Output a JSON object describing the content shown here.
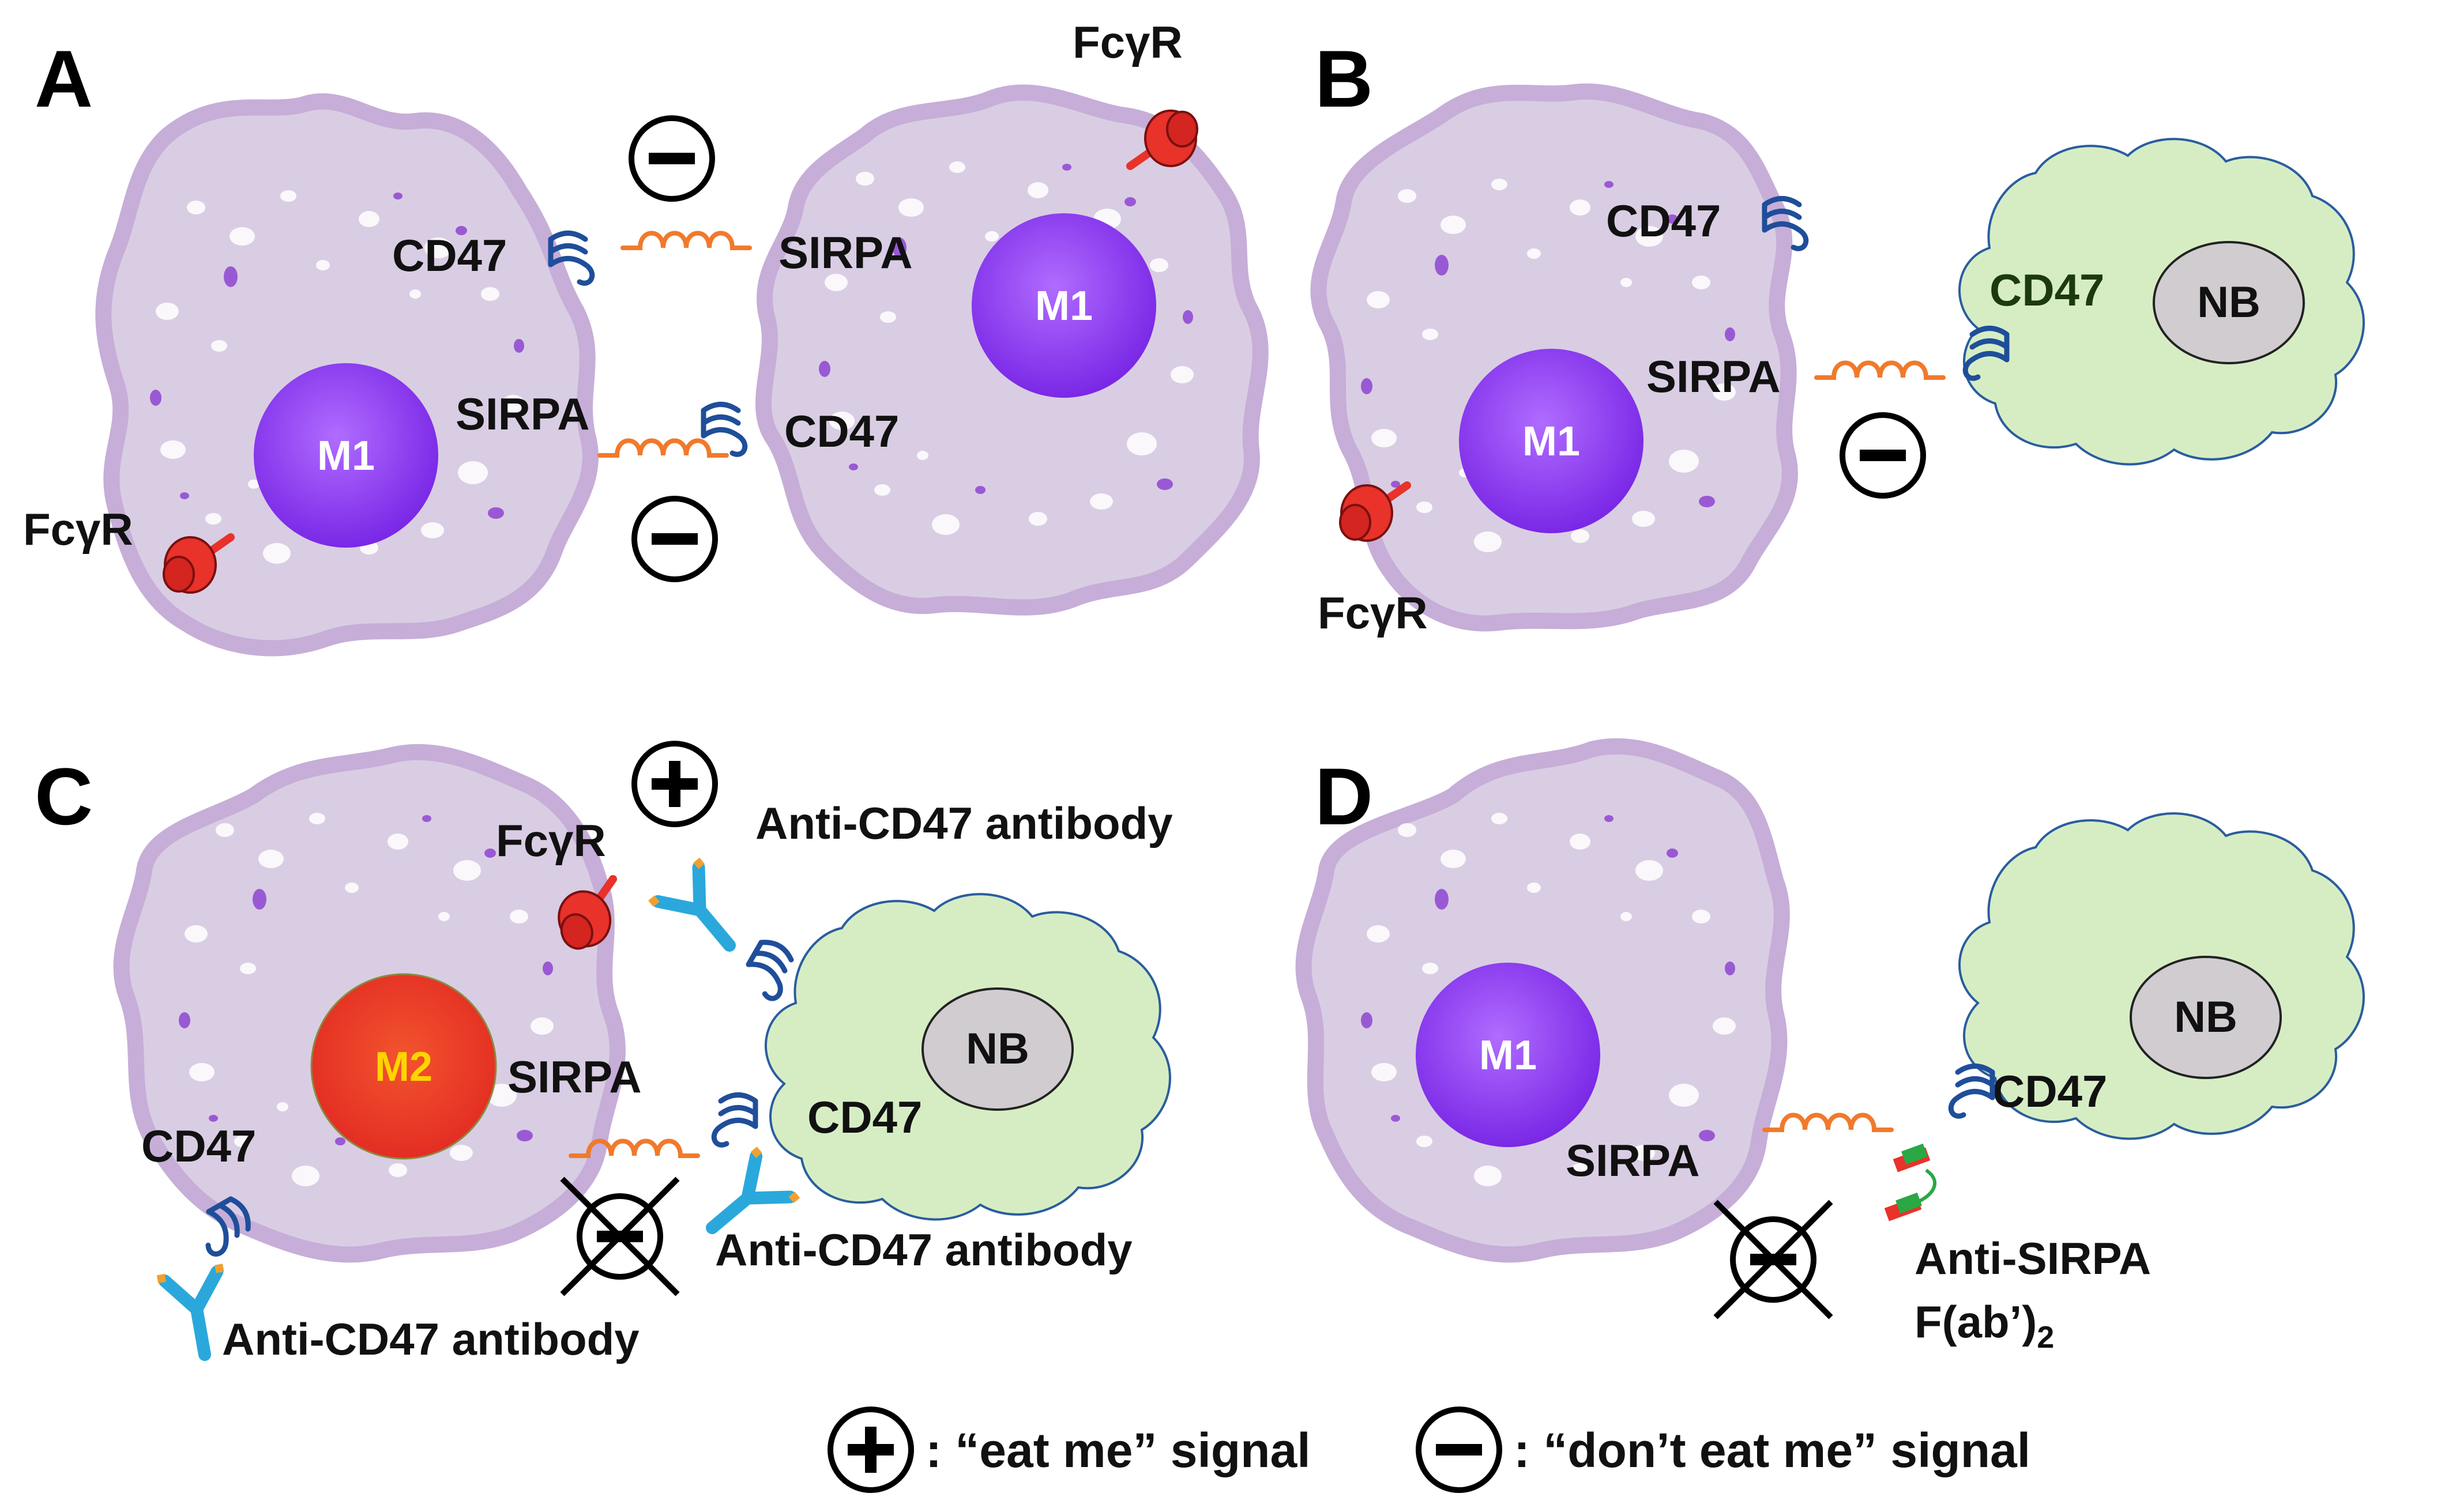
{
  "panels": {
    "a": {
      "letter": "A",
      "left_cell": {
        "nucleus": "M1",
        "cd47": "CD47",
        "sirpa": "SIRPA",
        "fcgr": "FcγR"
      },
      "right_cell": {
        "nucleus": "M1",
        "cd47": "CD47",
        "sirpa": "SIRPA",
        "fcgr": "FcγR"
      }
    },
    "b": {
      "letter": "B",
      "macrophage": {
        "nucleus": "M1",
        "cd47": "CD47",
        "sirpa": "SIRPA",
        "fcgr": "FcγR"
      },
      "tumor": {
        "nucleus": "NB",
        "cd47": "CD47"
      }
    },
    "c": {
      "letter": "C",
      "macrophage": {
        "nucleus": "M2",
        "cd47": "CD47",
        "sirpa": "SIRPA",
        "fcgr": "FcγR"
      },
      "tumor": {
        "nucleus": "NB",
        "cd47": "CD47"
      },
      "antibody_top": "Anti-CD47 antibody",
      "antibody_mid": "Anti-CD47 antibody",
      "antibody_bottom": "Anti-CD47 antibody"
    },
    "d": {
      "letter": "D",
      "macrophage": {
        "nucleus": "M1",
        "sirpa": "SIRPA"
      },
      "tumor": {
        "nucleus": "NB",
        "cd47": "CD47"
      },
      "fab_line1": "Anti-SIRPA",
      "fab_line2": "F(ab’)",
      "fab_sub": "2"
    }
  },
  "legend": {
    "eat_me": ": “eat me” signal",
    "dont_eat_me": ": “don’t eat me” signal"
  },
  "colors": {
    "macrophage_fill": "#d9cde3",
    "macrophage_border": "#c6aed8",
    "m1_nucleus": "#8a3cf0",
    "m2_nucleus": "#ee3a2a",
    "m2_label": "#ffd400",
    "tumor_fill": "#d6edc4",
    "tumor_border": "#2a5d9e",
    "nb_nucleus": "#d0cccf",
    "cd47": "#1f4e9a",
    "sirpa": "#f07a2c",
    "fcgr": "#e8322a",
    "antibody": "#2aa8dc",
    "tumor_cd47_text": "#1c3a10"
  }
}
